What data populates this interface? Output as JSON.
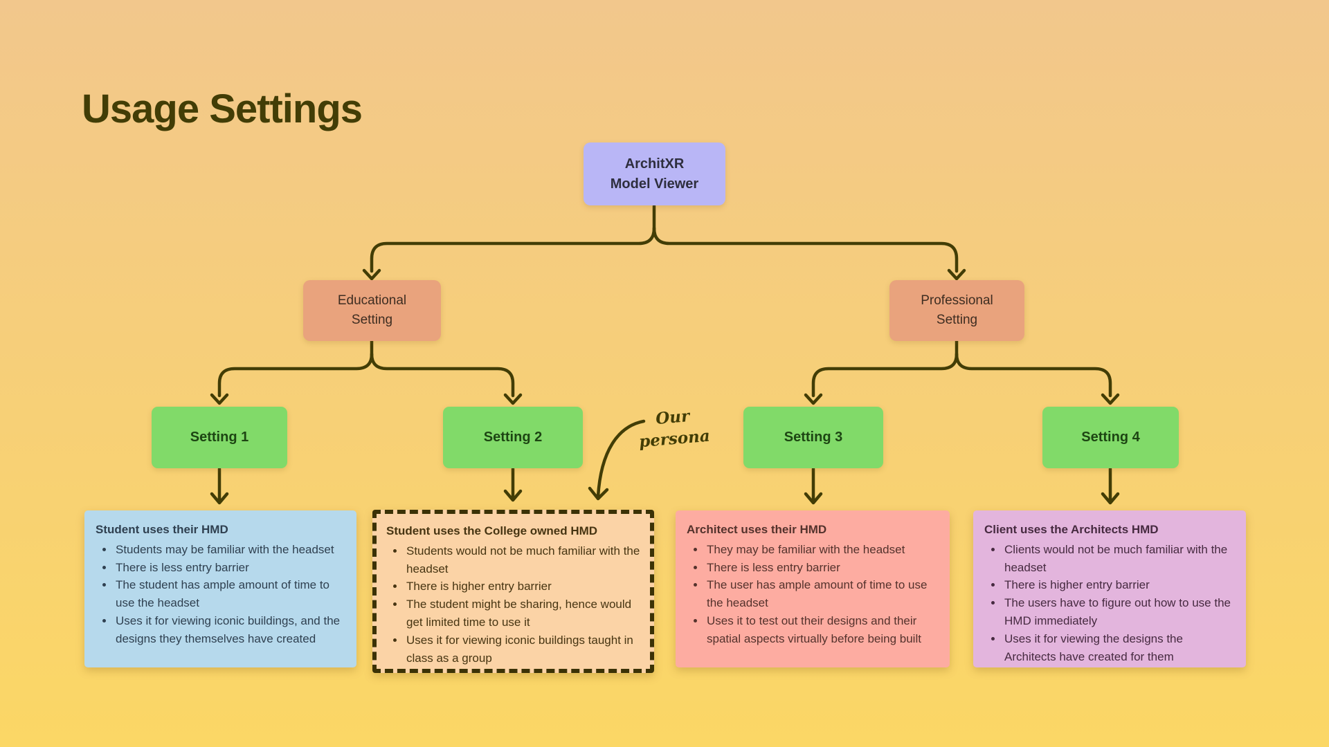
{
  "title": "Usage Settings",
  "colors": {
    "background_top": "#f2c78c",
    "background_bottom": "#fbd765",
    "ink": "#423d06",
    "root_fill": "#b9b6f6",
    "root_text": "#2e2e3e",
    "branch_fill": "#e9a37d",
    "branch_text": "#3e2d21",
    "setting_fill": "#81da69",
    "setting_text": "#1d4513",
    "card1_fill": "#b6d9ec",
    "card1_text": "#2f4050",
    "card2_fill": "#fbd3a6",
    "card2_text": "#473512",
    "card2_border": "#3b3206",
    "card3_fill": "#fdaca1",
    "card3_text": "#54322c",
    "card4_fill": "#e3b5dd",
    "card4_text": "#462a40"
  },
  "tree": {
    "root": {
      "line1": "ArchitXR",
      "line2": "Model Viewer"
    },
    "branches": [
      {
        "line1": "Educational",
        "line2": "Setting"
      },
      {
        "line1": "Professional",
        "line2": "Setting"
      }
    ],
    "settings": [
      {
        "label": "Setting 1"
      },
      {
        "label": "Setting 2"
      },
      {
        "label": "Setting 3"
      },
      {
        "label": "Setting 4"
      }
    ]
  },
  "annotation": {
    "line1": "Our",
    "line2": "persona"
  },
  "cards": [
    {
      "title": "Student uses their HMD",
      "bullets": [
        "Students may be familiar with the headset",
        "There is less entry barrier",
        "The student has ample amount of time to use the headset",
        "Uses it for viewing iconic buildings, and the designs they themselves have created"
      ]
    },
    {
      "title": "Student uses the College owned HMD",
      "bullets": [
        "Students would not be much familiar with the headset",
        "There is higher entry barrier",
        "The student might be sharing, hence would get limited time to use it",
        "Uses it for viewing iconic buildings taught in class as a group"
      ]
    },
    {
      "title": "Architect uses their HMD",
      "bullets": [
        "They may be familiar with the headset",
        "There is less entry barrier",
        "The user has ample amount of time to use the headset",
        "Uses it to test out their designs and their spatial aspects virtually before being built"
      ]
    },
    {
      "title": "Client uses the Architects HMD",
      "bullets": [
        "Clients would not be much familiar with the headset",
        "There is higher entry barrier",
        "The users have to figure out how to use the HMD immediately",
        "Uses it for viewing the designs the Architects have created for them"
      ]
    }
  ]
}
